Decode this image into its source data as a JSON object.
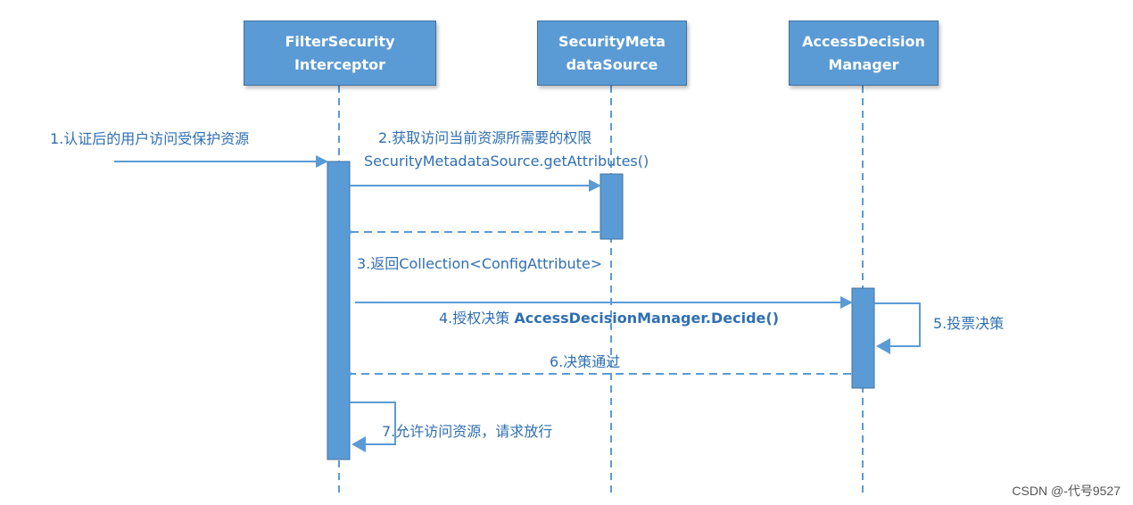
{
  "participants": [
    {
      "line1": "FilterSecurity",
      "line2": "Interceptor"
    },
    {
      "line1": "SecurityMeta",
      "line2": "dataSource"
    },
    {
      "line1": "AccessDecision",
      "line2": "Manager"
    }
  ],
  "messages": {
    "m1": "1.认证后的用户访问受保护资源",
    "m2_line1": "2.获取访问当前资源所需要的权限",
    "m2_line2": "SecurityMetadataSource.getAttributes()",
    "m3": "3.返回Collection<ConfigAttribute>",
    "m4_prefix": "4.授权决策 ",
    "m4_call": "AccessDecisionManager.Decide()",
    "m5": "5.投票决策",
    "m6": "6.决策通过",
    "m7": "7.允许访问资源，请求放行"
  },
  "watermark": "CSDN @-代号9527",
  "colors": {
    "box": "#5b9bd5",
    "line": "#5b9bd5",
    "text": "#2f6fb3"
  }
}
